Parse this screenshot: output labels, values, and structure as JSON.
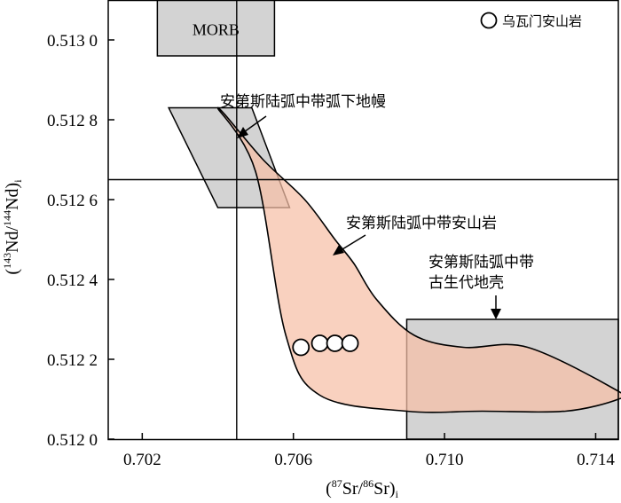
{
  "chart_data": {
    "type": "scatter",
    "xlabel": "(87Sr/86Sr)i",
    "ylabel": "(143Nd/144Nd)i",
    "xlim": [
      0.7011,
      0.7146
    ],
    "ylim": [
      0.512,
      0.5131
    ],
    "x_ticks": [
      "0.702",
      "0.706",
      "0.710",
      "0.714"
    ],
    "y_ticks": [
      "0.512 0",
      "0.512 2",
      "0.512 4",
      "0.512 6",
      "0.512 8",
      "0.513 0"
    ],
    "reference_lines": {
      "x": 0.7045,
      "y": 0.51265
    },
    "series": [
      {
        "name": "乌瓦门安山岩",
        "points": [
          {
            "x": 0.7062,
            "y": 0.51223
          },
          {
            "x": 0.7067,
            "y": 0.51224
          },
          {
            "x": 0.7071,
            "y": 0.51224
          },
          {
            "x": 0.7075,
            "y": 0.51224
          }
        ]
      }
    ],
    "regions": [
      {
        "name": "MORB",
        "label": "MORB",
        "x0": 0.7024,
        "x1": 0.7055,
        "y0": 0.51296,
        "y1": 0.5131
      },
      {
        "name": "mantle-wedge",
        "label": "安第斯陆弧中带弧下地幔",
        "polygon": [
          [
            0.7027,
            0.51283
          ],
          [
            0.7049,
            0.51283
          ],
          [
            0.7059,
            0.51258
          ],
          [
            0.704,
            0.51258
          ]
        ]
      },
      {
        "name": "crust",
        "label": "安第斯陆弧中带古生代地壳",
        "label_lines": [
          "安第斯陆弧中带",
          "古生代地壳"
        ],
        "x0": 0.709,
        "x1": 0.7146,
        "y0": 0.512,
        "y1": 0.5123
      },
      {
        "name": "andesite-field",
        "label": "安第斯陆弧中带安山岩",
        "path": [
          [
            0.704,
            0.51283
          ],
          [
            0.7052,
            0.5127
          ],
          [
            0.7063,
            0.5126
          ],
          [
            0.7071,
            0.5125
          ],
          [
            0.7076,
            0.51244
          ],
          [
            0.7082,
            0.51235
          ],
          [
            0.7092,
            0.51226
          ],
          [
            0.7105,
            0.51223
          ],
          [
            0.7122,
            0.51223
          ],
          [
            0.7146,
            0.51212
          ],
          [
            0.7146,
            0.5121
          ],
          [
            0.7132,
            0.51207
          ],
          [
            0.711,
            0.51207
          ],
          [
            0.709,
            0.51207
          ],
          [
            0.7067,
            0.51211
          ],
          [
            0.7058,
            0.51226
          ],
          [
            0.705,
            0.51267
          ],
          [
            0.704,
            0.51283
          ]
        ]
      }
    ],
    "colors": {
      "field_fill": "#f6bfa6",
      "box_fill": "#d3d3d3",
      "axis": "#000000"
    }
  }
}
